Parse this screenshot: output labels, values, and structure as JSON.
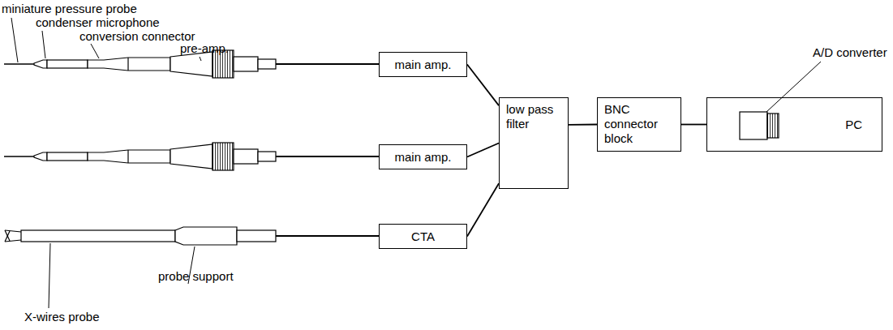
{
  "diagram": {
    "nodes": [
      {
        "text": [
          "main amp."
        ]
      },
      {
        "text": [
          "main amp."
        ]
      },
      {
        "text": [
          "CTA"
        ]
      },
      {
        "text": [
          "low pass filter"
        ]
      },
      {
        "text": [
          "BNC connector block"
        ]
      },
      {
        "text": [
          "PC"
        ]
      }
    ],
    "edges": [
      {
        "from": 0,
        "to": 3,
        "arrow": "none"
      },
      {
        "from": 1,
        "to": 3,
        "arrow": "none"
      },
      {
        "from": 2,
        "to": 3,
        "arrow": "none"
      },
      {
        "from": 3,
        "to": 4,
        "arrow": "none"
      },
      {
        "from": 4,
        "to": 5,
        "arrow": "none"
      }
    ],
    "labels": [
      "miniature pressure probe",
      "condenser microphone",
      "conversion connector",
      "pre-amp.",
      "X-wires probe",
      "probe support",
      "A/D converter"
    ]
  }
}
